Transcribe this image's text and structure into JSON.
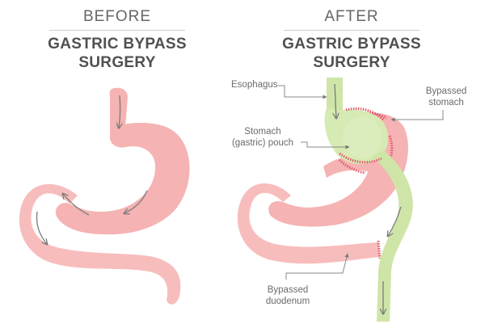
{
  "before": {
    "heading": "BEFORE",
    "title_line1": "GASTRIC BYPASS",
    "title_line2": "SURGERY"
  },
  "after": {
    "heading": "AFTER",
    "title_line1": "GASTRIC BYPASS",
    "title_line2": "SURGERY"
  },
  "labels": {
    "esophagus": "Esophagus",
    "bypassed_stomach_1": "Bypassed",
    "bypassed_stomach_2": "stomach",
    "pouch_1": "Stomach",
    "pouch_2": "(gastric) pouch",
    "duodenum_1": "Bypassed",
    "duodenum_2": "duodenum"
  },
  "colors": {
    "stomach": "#f5b3b3",
    "stomach_light": "#f9cfcd",
    "pouch_green": "#cfe5a8",
    "suture": "#e0566b",
    "arrow": "#7a7a7a"
  }
}
